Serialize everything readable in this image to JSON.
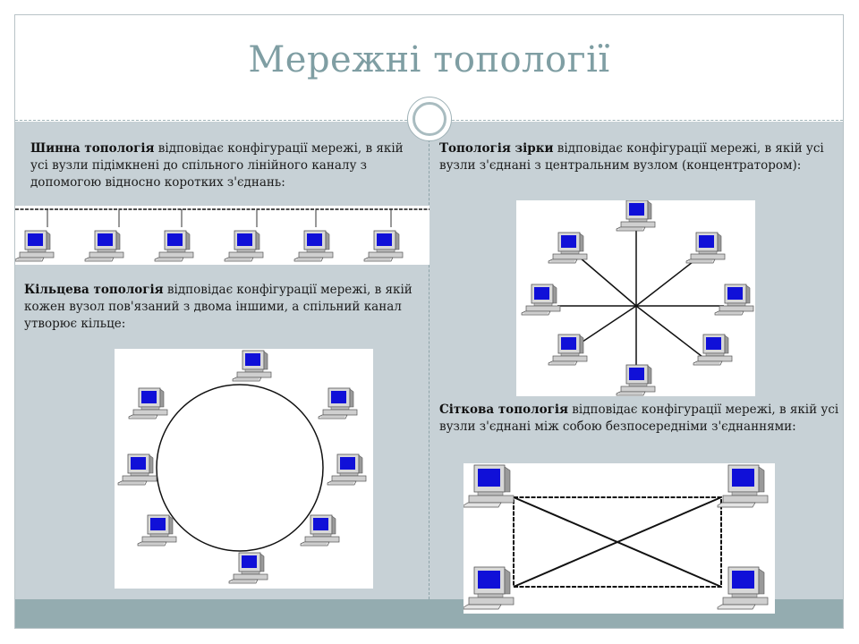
{
  "slide": {
    "title": "Мережні топології"
  },
  "sections": {
    "bus": {
      "term": "Шинна топологія",
      "text": " відповідає конфігурації мережі, в якій усі вузли підімкнені до спільного лінійного каналу з допомогою відносно коротких з'єднань:"
    },
    "star": {
      "term": "Топологія зірки",
      "text": " відповідає конфігурації мережі, в якій усі вузли з'єднані з центральним вузлом (концентратором):"
    },
    "ring": {
      "term": "Кільцева топологія",
      "text": " відповідає конфігурації мережі, в якій кожен вузол пов'язаний з двома іншими, а спільний канал утворює кільце:"
    },
    "mesh": {
      "term": "Сіткова топологія",
      "text": " відповідає конфігурації мережі, в якій усі вузли з'єднані між собою безпосередніми з'єднаннями:"
    }
  },
  "colors": {
    "title": "#7f9ea3",
    "content_background": "#c7d1d6",
    "bottom_band": "#94acb0",
    "screen": "#1010d8"
  },
  "icons": {
    "node": "desktop-computer-icon",
    "ornament": "ring-ornament-icon"
  }
}
